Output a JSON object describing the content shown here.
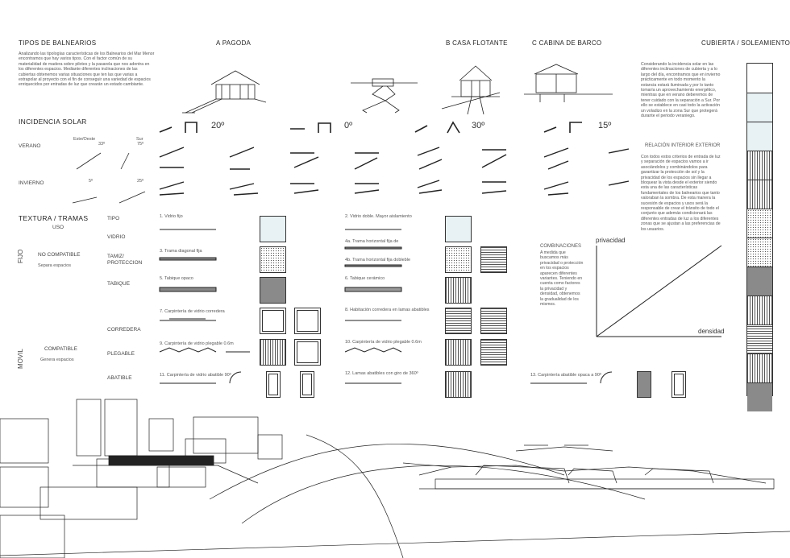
{
  "headers": {
    "tipos": "TIPOS DE BALNEARIOS",
    "pagoda": "A PAGODA",
    "casa": "B CASA FLOTANTE",
    "cabina": "C  CABINA DE BARCO",
    "cubierta": "CUBIERTA / SOLEAMIENTO"
  },
  "intro_text": "Analizando las tipologías características de los Balnearios del Mar Menor encontramos que hay varios tipos. Con el factor común de su materialidad de madera sobre pilotes y la pasarela que nos adentra en los diferentes espacios. Mediante diferentes inclinaciones de las cubiertas obtenemos varias situaciones que ten las que varias a extrapolar al proyecto con el fin de conseguir una variedad de espacios enriquecidos por entradas de luz que crearán un estado cambiante.",
  "solar": {
    "title": "INCIDENCIA SOLAR",
    "verano": "VERANO",
    "invierno": "INVIERNO",
    "este_oeste": "Este/Oeste",
    "sur": "Sur",
    "v1": "33º",
    "v2": "75º",
    "i1": "5º",
    "i2": "25º",
    "a20": "20º",
    "a0": "0º",
    "a30": "30º",
    "a15": "15º"
  },
  "textura": {
    "title": "TEXTURA / TRAMAS",
    "uso": "USO",
    "tipo": "TIPO",
    "vidrio": "VIDRIO",
    "tamiz": "TAMIZ/",
    "proteccion": "PROTECCION",
    "tabique": "TABIQUE",
    "corredera": "CORREDERA",
    "plegable": "PLEGABLE",
    "abatible": "ABATIBLE",
    "fijo": "FIJO",
    "movil": "MOVIL",
    "no_compatible": "NO COMPATIBLE",
    "separa": "Separa espacios",
    "compatible": "COMPATIBLE",
    "genera": "Genera espacios"
  },
  "items": {
    "i1": "1. Vidrio fijo",
    "i2": "2. Vidrio doble. Mayor aislamiento",
    "i3": "3. Trama diagonal fija",
    "i4a": "4a. Trama horizontal fija de",
    "i4b": "4b. Trama horizontal fija dobleble",
    "i5": "5. Tabique opaco",
    "i6": "6. Tabique cerámico",
    "i7": "7. Carpintería de vidrio corredera",
    "i8": "8. Habitación corredera en lamas abatibles",
    "i9": "9. Carpintería de vidrio plegable 0.6m",
    "i10": "10. Carpintería de vidrio plegable 0.6m",
    "i11": "11. Carpintería de vidrio abatible 90º",
    "i12": "12. Lamas abatibles con giro de 360º",
    "i13": "13. Carpintería abatible opaca a 90º"
  },
  "combinaciones": {
    "title": "COMBINACIONES",
    "text": "A medida que buscamos más privacidad o protección en los espacios aparecen diferentes variantes. Teniendo en cuenta como factores la privacidad y densidad, obtenemos la gradualidad de los mismos."
  },
  "cubierta_text": "Considerando la incidencia solar en las diferentes inclinaciones de cubierta y a lo largo del día, encontramos que en invierno prácticamente en todo momento la estancia estará iluminada y por lo tanto tomaría un aprovechamiento energético, mientras que en verano deberemos de tener cuidado con la separación a Sur. Por ello se establece en casi todo la activación un voladizo en la zona Sur que protegerá durante el periodo veraniego.",
  "relacion": {
    "title": "RELACIÓN INTERIOR EXTERIOR",
    "text": "Con todos estos criterios de entrada de luz y separación de espacios vamos a ir asociándolos y combinándolos para garantizar la protección de sol y la privacidad de los espacios sin llegar a bloquear la vista desde el exterior siendo esta una de las características fundamentales de los balnearios que tanto valoraban la sombra. De esta manera la sucesión de espacios y usos será la responsable de crear el tránsito de todo el conjunto que además condicionará las diferentes entradas de luz a los diferentes zonas que se ajustan a las preferencias de los usuarios."
  },
  "graph": {
    "ylabel": "privacidad",
    "xlabel": "densidad"
  }
}
